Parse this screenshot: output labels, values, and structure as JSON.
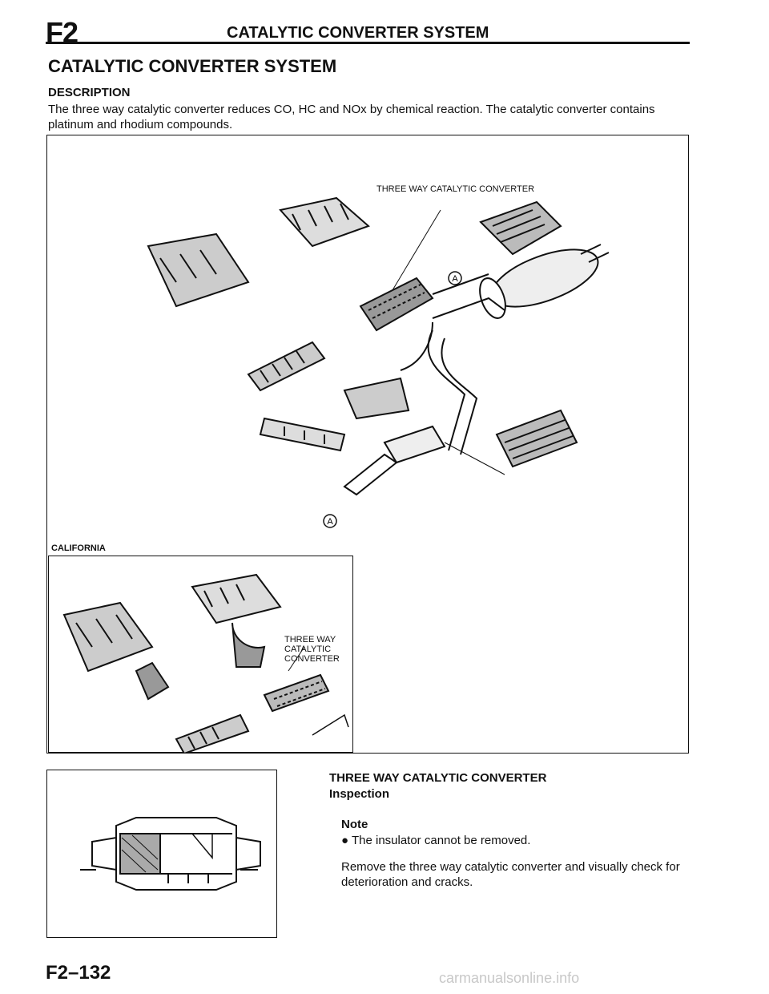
{
  "header": {
    "section_code": "F2",
    "running_title": "CATALYTIC CONVERTER SYSTEM"
  },
  "page": {
    "title": "CATALYTIC CONVERTER SYSTEM",
    "description_heading": "DESCRIPTION",
    "description_text": "The three way catalytic converter reduces CO, HC and NOx by chemical reaction. The catalytic converter contains platinum and rhodium compounds."
  },
  "figures": {
    "main_label": "THREE WAY CATALYTIC CONVERTER",
    "callout_a": "A",
    "california_label": "CALIFORNIA",
    "california_callout": [
      "THREE WAY",
      "CATALYTIC",
      "CONVERTER"
    ]
  },
  "inspection": {
    "heading": "THREE WAY CATALYTIC CONVERTER",
    "subheading": "Inspection",
    "note_heading": "Note",
    "note_bullet": "The insulator cannot be removed.",
    "text": "Remove the three way catalytic converter and visually check for deterioration and cracks."
  },
  "footer": {
    "page_number": "F2–132",
    "watermark": "carmanualsonline.info"
  }
}
